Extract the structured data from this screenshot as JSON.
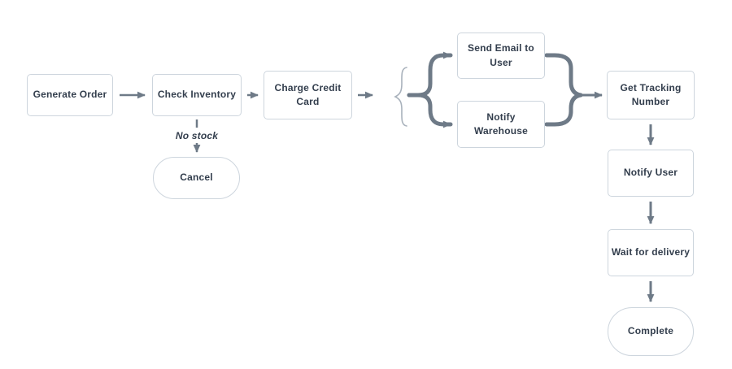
{
  "diagram": {
    "type": "flowchart",
    "background": "#ffffff",
    "colors": {
      "node_border": "#cdd5dd",
      "node_fill": "#ffffff",
      "node_text": "#333e4d",
      "connector": "#6e7a87",
      "brace": "#a9b2bc"
    },
    "nodes": {
      "generate_order": {
        "label": "Generate Order",
        "shape": "rect"
      },
      "check_inventory": {
        "label": "Check Inventory",
        "shape": "rect"
      },
      "charge_credit_card": {
        "label": "Charge Credit Card",
        "shape": "rect"
      },
      "send_email_to_user": {
        "label": "Send Email to User",
        "shape": "rect"
      },
      "notify_warehouse": {
        "label": "Notify Warehouse",
        "shape": "rect"
      },
      "get_tracking_number": {
        "label": "Get Tracking Number",
        "shape": "rect"
      },
      "notify_user": {
        "label": "Notify User",
        "shape": "rect"
      },
      "wait_for_delivery": {
        "label": "Wait for delivery",
        "shape": "rect"
      },
      "cancel": {
        "label": "Cancel",
        "shape": "stadium"
      },
      "complete": {
        "label": "Complete",
        "shape": "stadium"
      }
    },
    "edges": {
      "no_stock_label": "No stock",
      "list": [
        {
          "from": "generate_order",
          "to": "check_inventory"
        },
        {
          "from": "check_inventory",
          "to": "charge_credit_card"
        },
        {
          "from": "check_inventory",
          "to": "cancel",
          "label": "No stock"
        },
        {
          "from": "charge_credit_card",
          "to": "parallel_fork"
        },
        {
          "from": "parallel_fork",
          "to": "send_email_to_user"
        },
        {
          "from": "parallel_fork",
          "to": "notify_warehouse"
        },
        {
          "from": "send_email_to_user",
          "to": "join"
        },
        {
          "from": "notify_warehouse",
          "to": "join"
        },
        {
          "from": "join",
          "to": "get_tracking_number"
        },
        {
          "from": "get_tracking_number",
          "to": "notify_user"
        },
        {
          "from": "notify_user",
          "to": "wait_for_delivery"
        },
        {
          "from": "wait_for_delivery",
          "to": "complete"
        }
      ]
    }
  }
}
